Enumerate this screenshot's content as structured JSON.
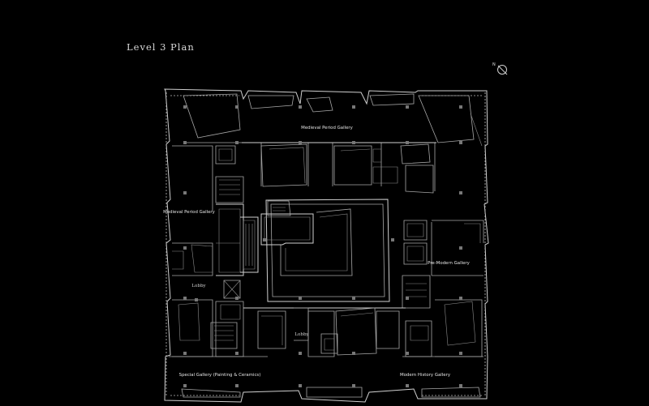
{
  "title": "Level 3 Plan",
  "north": "N",
  "labels": {
    "medieval_top": "Medieval Period Gallery",
    "medieval_left": "Medieval Period Gallery",
    "premodern": "Pre-Modern Gallery",
    "lobby_left": "Lobby",
    "lobby_center": "Lobby",
    "special": "Special Gallery (Painting & Ceramics)",
    "modern": "Modern History Gallery"
  },
  "colors": {
    "background": "#000000",
    "linework": "#cfcfcf"
  }
}
